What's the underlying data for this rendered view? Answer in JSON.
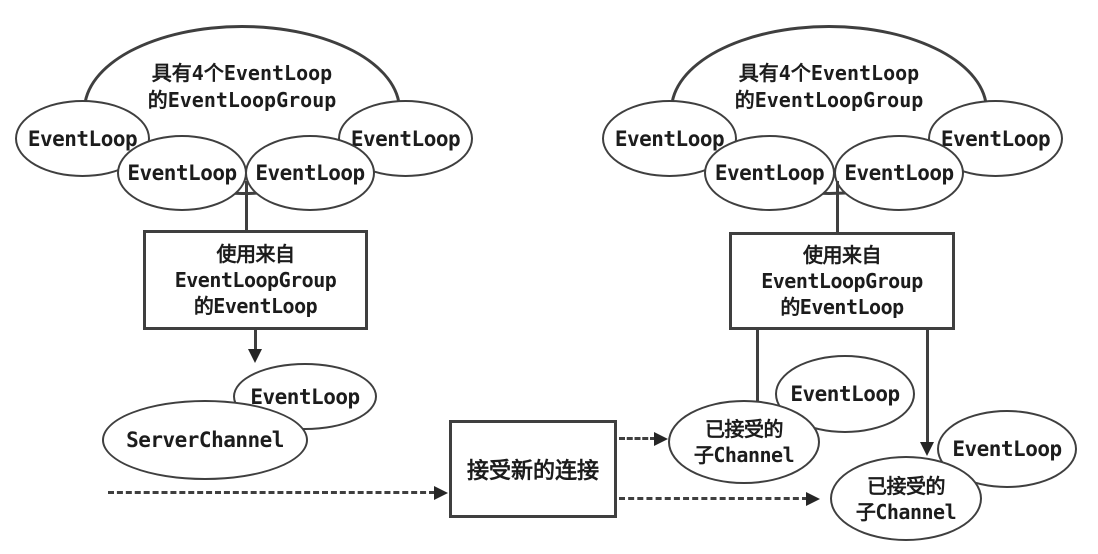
{
  "colors": {
    "background": "#ffffff",
    "shape_fill": "#ffffff",
    "line": "#3f3f3f",
    "text": "#1c1c1c"
  },
  "left": {
    "group_title_line1": "具有4个EventLoop",
    "group_title_line2": "的EventLoopGroup",
    "loop_labels": [
      "EventLoop",
      "EventLoop",
      "EventLoop",
      "EventLoop"
    ],
    "selector_line1": "使用来自",
    "selector_line2": "EventLoopGroup",
    "selector_line3": "的EventLoop",
    "bound_loop_label": "EventLoop",
    "server_channel_label": "ServerChannel"
  },
  "center": {
    "accept_label": "接受新的连接"
  },
  "right": {
    "group_title_line1": "具有4个EventLoop",
    "group_title_line2": "的EventLoopGroup",
    "loop_labels": [
      "EventLoop",
      "EventLoop",
      "EventLoop",
      "EventLoop"
    ],
    "selector_line1": "使用来自",
    "selector_line2": "EventLoopGroup",
    "selector_line3": "的EventLoop",
    "assigned_loop_labels": [
      "EventLoop",
      "EventLoop"
    ],
    "child_channel_1_line1": "已接受的",
    "child_channel_1_line2": "子Channel",
    "child_channel_2_line1": "已接受的",
    "child_channel_2_line2": "子Channel"
  }
}
